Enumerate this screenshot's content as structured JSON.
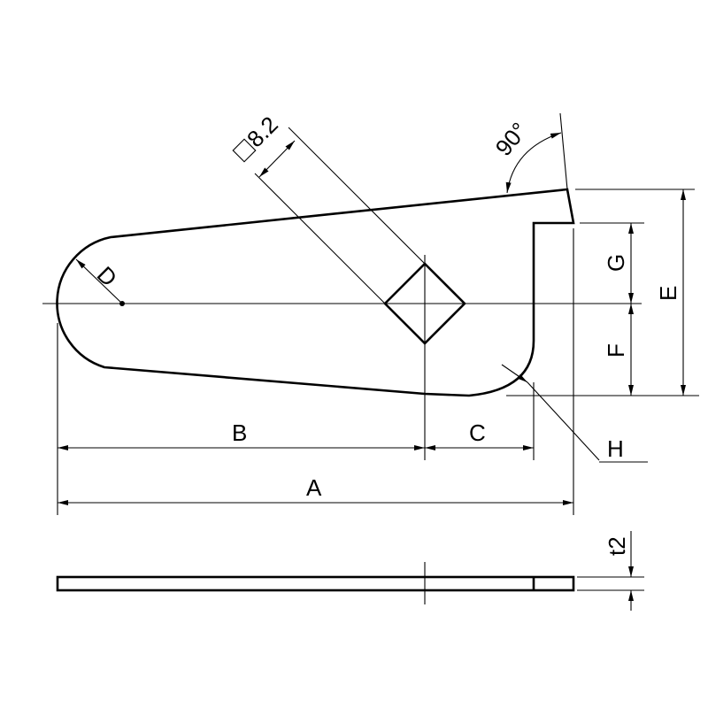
{
  "labels": {
    "A": "A",
    "B": "B",
    "C": "C",
    "D": "D",
    "E": "E",
    "F": "F",
    "G": "G",
    "H": "H",
    "square_size": "8.2",
    "angle": "90°",
    "thickness": "t2"
  }
}
